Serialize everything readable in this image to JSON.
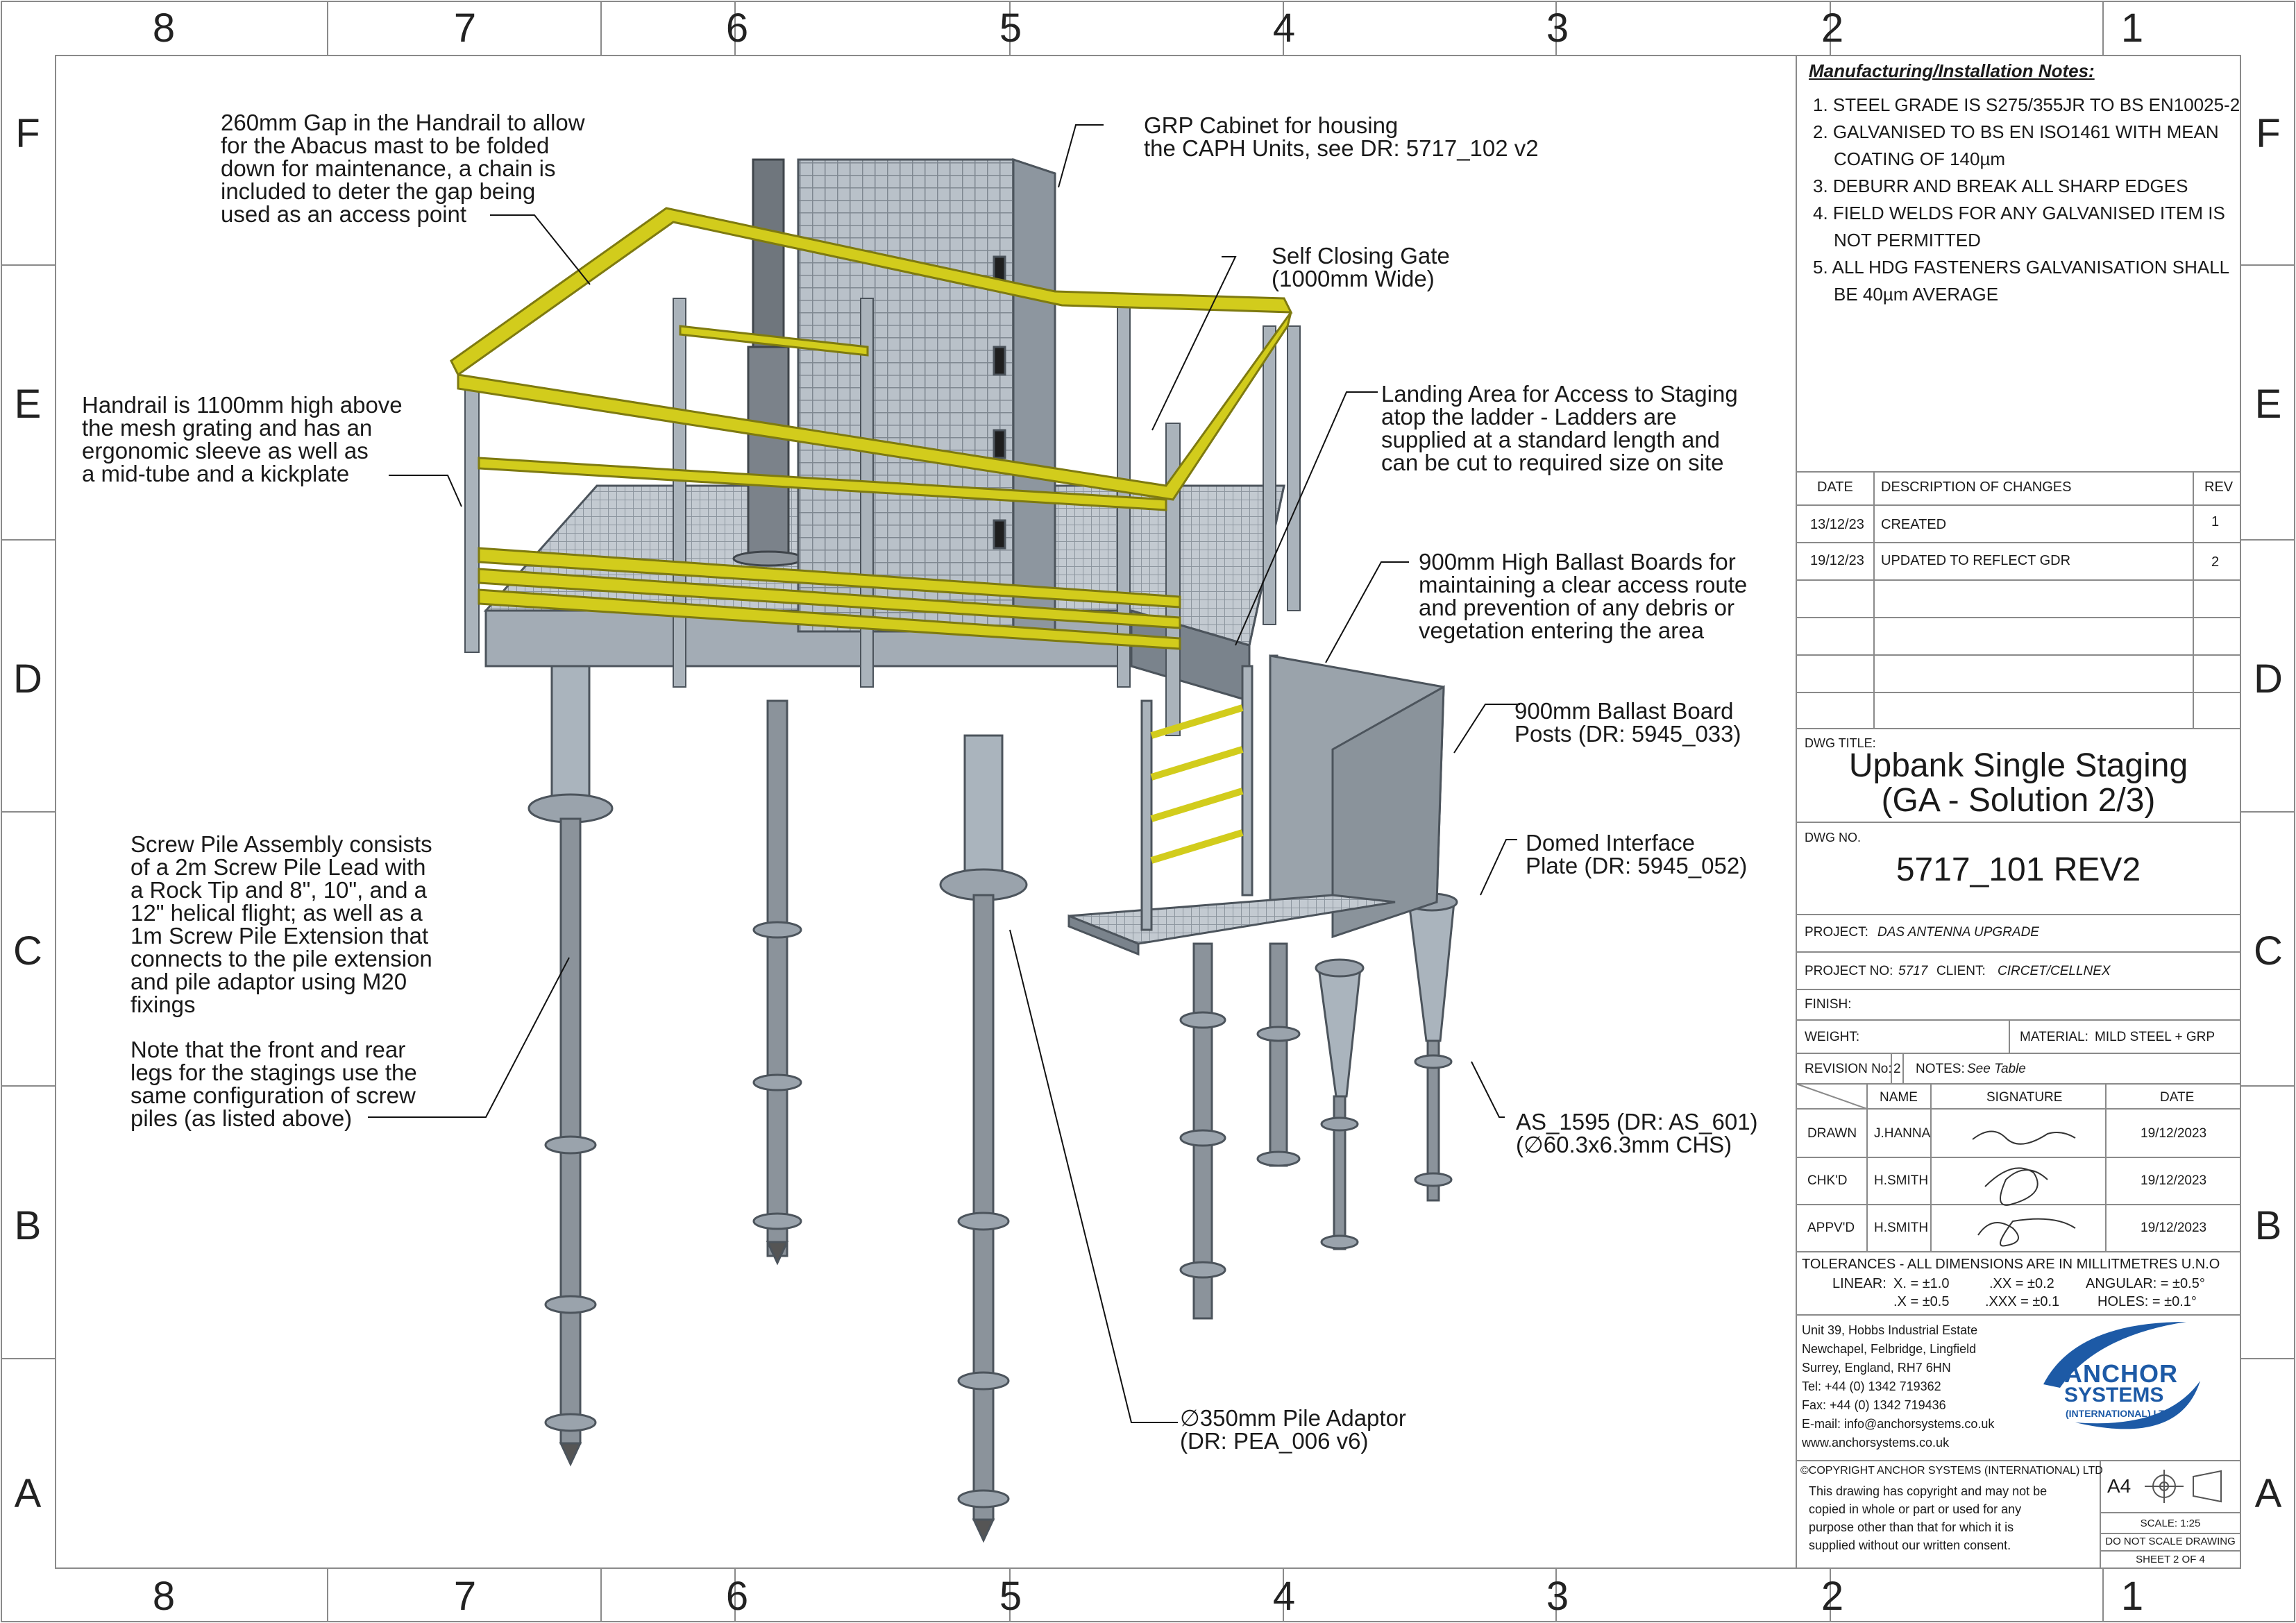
{
  "sheet": {
    "columns": [
      "8",
      "7",
      "6",
      "5",
      "4",
      "3",
      "2",
      "1"
    ],
    "rows": [
      "F",
      "E",
      "D",
      "C",
      "B",
      "A"
    ]
  },
  "callouts": {
    "gap": "260mm Gap in the Handrail to allow\nfor the Abacus mast to be folded\ndown for maintenance, a chain is\nincluded to deter the gap being\nused as an access point",
    "cabinet": "GRP Cabinet for housing\nthe CAPH Units, see DR: 5717_102 v2",
    "gate": "Self Closing Gate\n(1000mm Wide)",
    "handrail": "Handrail is 1100mm high above\nthe mesh grating and has an\nergonomic sleeve as well as\na mid-tube and a kickplate",
    "landing": "Landing Area for Access to Staging\natop the ladder - Ladders are\nsupplied at a standard length and\ncan be cut to required size on site",
    "ballast_boards": "900mm High Ballast Boards for\nmaintaining a clear access route\nand prevention of any debris or\nvegetation entering the area",
    "ballast_posts": "900mm Ballast Board\nPosts (DR: 5945_033)",
    "screw_pile": "Screw Pile Assembly consists\nof a 2m Screw Pile Lead with\na Rock Tip and 8\", 10\", and a\n12\" helical flight; as well as a\n1m Screw Pile Extension that\nconnects to the pile extension\nand pile adaptor using M20\nfixings",
    "note_legs": "Note that the front and rear\nlegs for the stagings use the\nsame configuration of screw\npiles (as listed above)",
    "domed": "Domed Interface\nPlate (DR: 5945_052)",
    "as1595": "AS_1595 (DR: AS_601)\n(∅60.3x6.3mm CHS)",
    "adaptor": "∅350mm Pile Adaptor\n(DR: PEA_006 v6)"
  },
  "notes": {
    "title": "Manufacturing/Installation Notes:",
    "items": [
      "1. STEEL GRADE IS S275/355JR TO BS EN10025-2",
      "2. GALVANISED TO BS EN ISO1461 WITH MEAN",
      "COATING OF 140µm",
      "3. DEBURR AND BREAK ALL SHARP EDGES",
      "4. FIELD WELDS FOR ANY GALVANISED ITEM IS",
      "NOT PERMITTED",
      "5. ALL HDG FASTENERS GALVANISATION SHALL",
      "BE 40µm AVERAGE"
    ]
  },
  "revisions": {
    "headers": [
      "DATE",
      "DESCRIPTION OF CHANGES",
      "REV"
    ],
    "rows": [
      [
        "13/12/23",
        "CREATED",
        "1"
      ],
      [
        "19/12/23",
        "UPDATED TO REFLECT GDR",
        "2"
      ]
    ]
  },
  "title_block": {
    "dwg_title_label": "DWG TITLE:",
    "dwg_title_1": "Upbank Single Staging",
    "dwg_title_2": "(GA - Solution 2/3)",
    "dwg_no_label": "DWG NO.",
    "dwg_no": "5717_101 REV2",
    "project_label": "PROJECT:",
    "project": "DAS ANTENNA UPGRADE",
    "project_no_label": "PROJECT NO:",
    "project_no": "5717",
    "client_label": "CLIENT:",
    "client": "CIRCET/CELLNEX",
    "finish_label": "FINISH:",
    "weight_label": "WEIGHT:",
    "material_label": "MATERIAL:",
    "material": "MILD STEEL + GRP",
    "revision_no_label": "REVISION No:",
    "revision_no": "2",
    "notes_label": "NOTES:",
    "notes_value": "See Table",
    "sig_headers": [
      "NAME",
      "SIGNATURE",
      "DATE"
    ],
    "sig_rows": [
      [
        "DRAWN",
        "J.HANNA",
        "19/12/2023"
      ],
      [
        "CHK'D",
        "H.SMITH",
        "19/12/2023"
      ],
      [
        "APPV'D",
        "H.SMITH",
        "19/12/2023"
      ]
    ],
    "tolerances": "TOLERANCES - ALL DIMENSIONS ARE IN MILLITMETRES U.N.O",
    "tol_linear": "LINEAR:",
    "tol_x": "X.  =  ±1.0",
    "tol_xx": ".XX  =  ±0.2",
    "tol_angular": "ANGULAR:  =  ±0.5°",
    "tol_dx": ".X  =  ±0.5",
    "tol_xxx": ".XXX  =  ±0.1",
    "tol_holes": "HOLES:  =  ±0.1°",
    "address": [
      "Unit 39, Hobbs Industrial Estate",
      "Newchapel, Felbridge, Lingfield",
      "Surrey, England, RH7 6HN",
      "Tel: +44 (0) 1342 719362",
      "Fax: +44 (0) 1342 719436",
      "E-mail: info@anchorsystems.co.uk",
      "www.anchorsystems.co.uk"
    ],
    "logo_1": "ANCHOR",
    "logo_2": "SYSTEMS",
    "logo_3": "(INTERNATIONAL) LTD",
    "copyright_title": "©COPYRIGHT ANCHOR SYSTEMS (INTERNATIONAL) LTD",
    "copyright": [
      "This drawing has copyright and may not be",
      "copied in whole or part or used for any",
      "purpose other than that for which it is",
      "supplied without our written consent."
    ],
    "size": "A4",
    "scale": "SCALE: 1:25",
    "dont_scale": "DO NOT SCALE DRAWING",
    "sheet": "SHEET 2 OF 4"
  },
  "colors": {
    "handrail_yellow": "#d2cc1c",
    "steel": "#a9b2bb",
    "logo_blue": "#1d5aa6",
    "frame": "#8a8a8a"
  }
}
